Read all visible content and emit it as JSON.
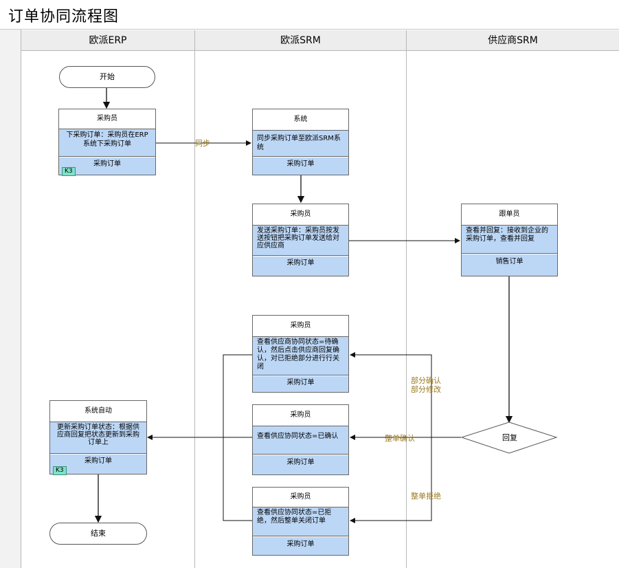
{
  "title": "订单协同流程图",
  "lanes": [
    "欧派ERP",
    "欧派SRM",
    "供应商SRM"
  ],
  "nodes": {
    "start": "开始",
    "end": "结束",
    "erp_create": {
      "role": "采购员",
      "text": "下采购订单：采购员在ERP系统下采购订单",
      "doc": "采购订单",
      "badge": "K3"
    },
    "srm_sync": {
      "role": "系统",
      "text": "同步采购订单至欧派SRM系统",
      "doc": "采购订单"
    },
    "srm_send": {
      "role": "采购员",
      "text": "发送采购订单：采购员按发送按钮把采购订单发送给对应供应商",
      "doc": "采购订单"
    },
    "sup_view": {
      "role": "跟单员",
      "text": "查看并回复：接收到企业的采购订单，查看并回复",
      "doc": "销售订单"
    },
    "srm_partial": {
      "role": "采购员",
      "text": "查看供应商协同状态=待确认，然后点击供应商回复确认，对已拒绝部分进行行关闭",
      "doc": "采购订单"
    },
    "srm_confirmed": {
      "role": "采购员",
      "text": "查看供应协同状态=已确认",
      "doc": "采购订单"
    },
    "srm_rejected": {
      "role": "采购员",
      "text": "查看供应协同状态=已拒绝，然后整单关闭订单",
      "doc": "采购订单"
    },
    "erp_update": {
      "role": "系统自动",
      "text": "更新采购订单状态：根据供应商回复把状态更新到采购订单上",
      "doc": "采购订单",
      "badge": "K3"
    },
    "decision": "回复"
  },
  "labels": {
    "sync": "同步",
    "partial_1": "部分确认",
    "partial_2": "部分修改",
    "full_confirm": "整单确认",
    "full_reject": "整单拒绝"
  }
}
